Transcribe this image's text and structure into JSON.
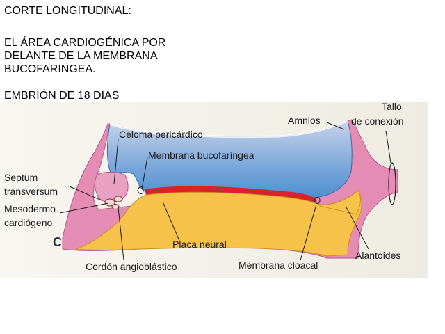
{
  "header": {
    "line1": "CORTE LONGITUDINAL:",
    "line2": "EL ÁREA CARDIOGÉNICA POR DELANTE DE LA MEMBRANA BUCOFARINGEA.",
    "line3": "EMBRIÓN DE 18 DIAS"
  },
  "figure": {
    "panel_letter": "C",
    "labels": {
      "celoma": "Celoma pericárdico",
      "membrana_buco": "Membrana bucofaríngea",
      "amnios": "Amnios",
      "tallo_1": "Tallo",
      "tallo_2": "de conexión",
      "septum_1": "Septum",
      "septum_2": "transversum",
      "mesodermo_1": "Mesodermo",
      "mesodermo_2": "cardiógeno",
      "placa": "Placa neural",
      "alantoides": "Alantoides",
      "cordon": "Cordón angioblástico",
      "membrana_cloacal": "Membrana cloacal"
    },
    "colors": {
      "amnion_top": "#c8d4e8",
      "amnion_bottom": "#4e8fd0",
      "ectoderm_pink": "#e58cb4",
      "endoderm_yellow": "#f6c24a",
      "neural_red": "#d8232a",
      "paper": "#f6f4ee"
    }
  }
}
